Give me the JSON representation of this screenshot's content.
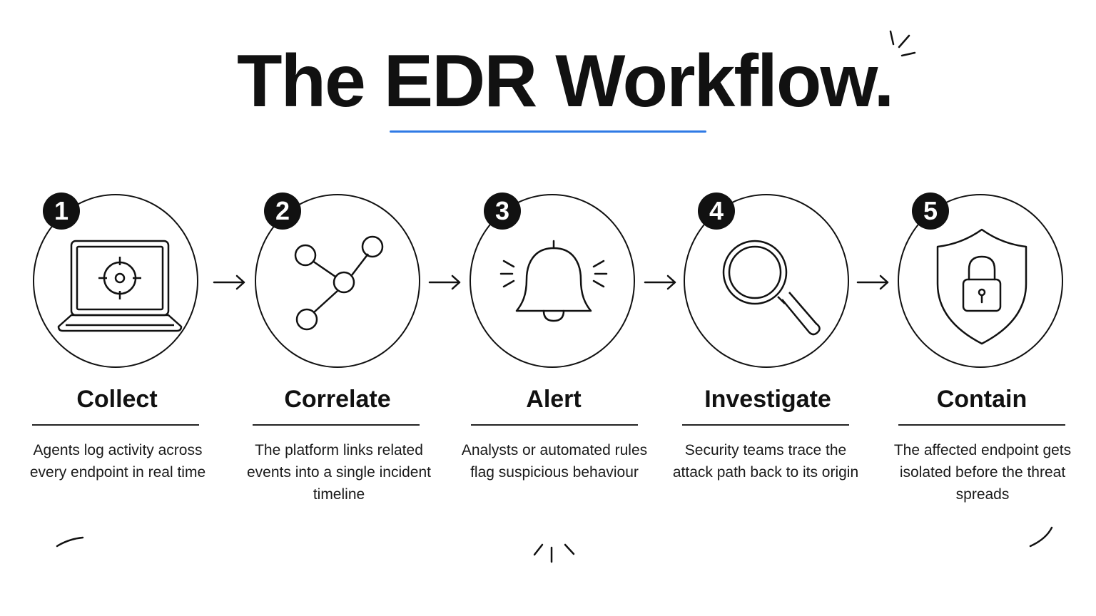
{
  "title": "The EDR Workflow.",
  "accent_color": "#2f7ae5",
  "steps": [
    {
      "number": "1",
      "title": "Collect",
      "description": "Agents log activity across every endpoint in real time",
      "icon": "laptop-target-icon"
    },
    {
      "number": "2",
      "title": "Correlate",
      "description": "The platform links related events into a single incident timeline",
      "icon": "network-nodes-icon"
    },
    {
      "number": "3",
      "title": "Alert",
      "description": "Analysts or automated rules flag suspicious behaviour",
      "icon": "bell-icon"
    },
    {
      "number": "4",
      "title": "Investigate",
      "description": "Security teams trace the attack path back to its origin",
      "icon": "magnifier-icon"
    },
    {
      "number": "5",
      "title": "Contain",
      "description": "The affected endpoint gets isolated before the threat spreads",
      "icon": "shield-lock-icon"
    }
  ]
}
